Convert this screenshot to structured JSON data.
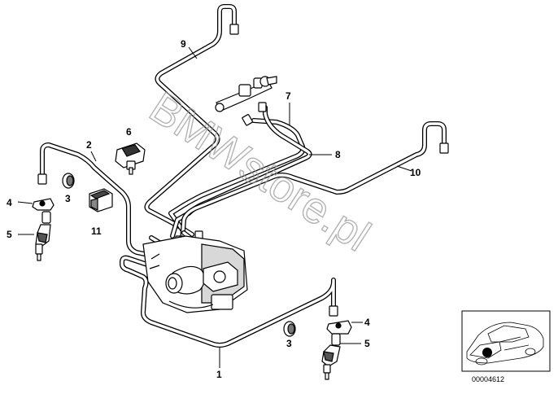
{
  "diagram": {
    "callouts": {
      "c1": "1",
      "c2": "2",
      "c3a": "3",
      "c3b": "3",
      "c4a": "4",
      "c4b": "4",
      "c5a": "5",
      "c5b": "5",
      "c6": "6",
      "c7": "7",
      "c8": "8",
      "c9": "9",
      "c10": "10",
      "c11": "11"
    },
    "watermark": "BMWstore.pl",
    "thumbnail": {
      "code": "00004612"
    }
  }
}
